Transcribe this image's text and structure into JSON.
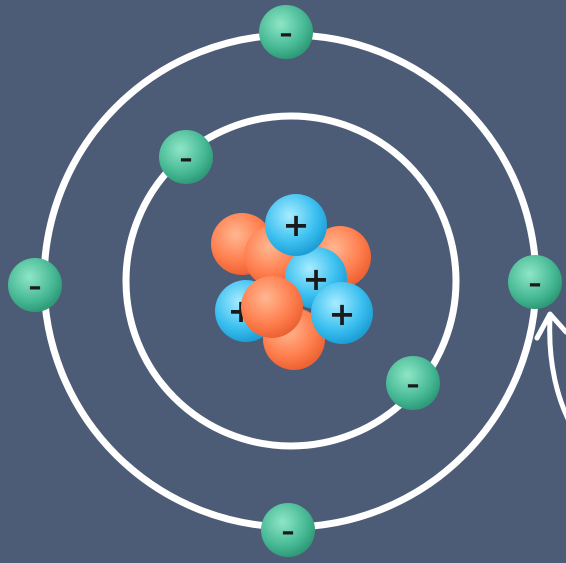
{
  "colors": {
    "background": "#4d5c76",
    "orbit": "#ffffff",
    "electron": "#4fc2a0",
    "proton": "#3fc4f0",
    "neutron": "#ff7f4f"
  },
  "atom": {
    "shells": [
      {
        "name": "inner-shell",
        "electron_count": 2
      },
      {
        "name": "outer-shell",
        "electron_count": 4
      }
    ],
    "nucleus": {
      "proton_count": 4,
      "neutron_count": 4
    }
  },
  "labels": {
    "electron_sign": "–",
    "proton_sign": "+"
  }
}
